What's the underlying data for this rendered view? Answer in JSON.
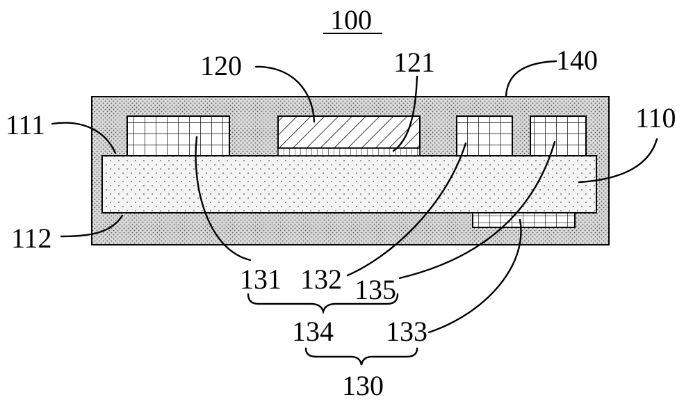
{
  "figure": {
    "title": "100",
    "labels": {
      "enclosure": "140",
      "substrate": "110",
      "top_surface": "111",
      "bottom_surface": "112",
      "chip": "120",
      "chip_bond": "121",
      "left_pad": "131",
      "middle_pad": "132",
      "right_pad": "135",
      "bottom_pad": "133",
      "group_top": "134",
      "group_all": "130"
    }
  },
  "colors": {
    "line": "#000000",
    "background": "#ffffff",
    "mold_fill": "#d9d9d9",
    "substrate_fill": "#f2f2f2"
  }
}
